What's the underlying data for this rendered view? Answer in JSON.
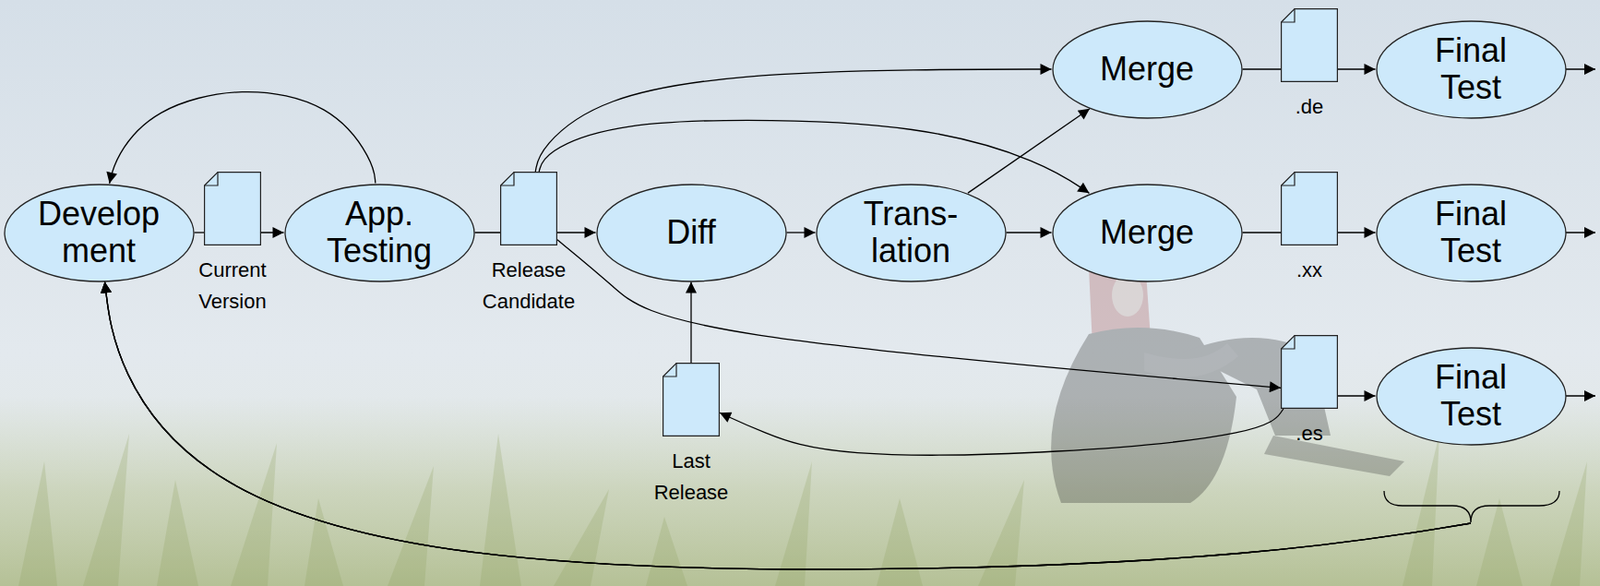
{
  "diagram": {
    "nodes": [
      {
        "text": [
          "Develop ment"
        ]
      },
      {
        "text": [
          "Current Version"
        ]
      },
      {
        "text": [
          "App. Testing"
        ]
      },
      {
        "text": [
          "Release Candidate"
        ]
      },
      {
        "text": [
          "Diff"
        ]
      },
      {
        "text": [
          "Trans- lation"
        ]
      },
      {
        "text": [
          "Merge"
        ]
      },
      {
        "text": [
          ".de"
        ]
      },
      {
        "text": [
          "Final Test"
        ]
      },
      {
        "text": [
          "Merge"
        ]
      },
      {
        "text": [
          ".xx"
        ]
      },
      {
        "text": [
          "Final Test"
        ]
      },
      {
        "text": [
          ".es"
        ]
      },
      {
        "text": [
          "Final Test"
        ]
      },
      {
        "text": [
          "Last Release"
        ]
      }
    ],
    "edges": [
      {
        "from": 0,
        "to": 1,
        "arrow": "none"
      },
      {
        "from": 1,
        "to": 2,
        "arrow": "to"
      },
      {
        "from": 2,
        "to": 0,
        "arrow": "to"
      },
      {
        "from": 2,
        "to": 3,
        "arrow": "none"
      },
      {
        "from": 3,
        "to": 4,
        "arrow": "to"
      },
      {
        "from": 14,
        "to": 4,
        "arrow": "to"
      },
      {
        "from": 4,
        "to": 5,
        "arrow": "to"
      },
      {
        "from": 5,
        "to": 6,
        "arrow": "to"
      },
      {
        "from": 5,
        "to": 9,
        "arrow": "to"
      },
      {
        "from": 3,
        "to": 6,
        "arrow": "to"
      },
      {
        "from": 3,
        "to": 9,
        "arrow": "to"
      },
      {
        "from": 6,
        "to": 7,
        "arrow": "none"
      },
      {
        "from": 7,
        "to": 8,
        "arrow": "to"
      },
      {
        "from": 9,
        "to": 10,
        "arrow": "none"
      },
      {
        "from": 10,
        "to": 11,
        "arrow": "to"
      },
      {
        "from": 3,
        "to": 12,
        "arrow": "to"
      },
      {
        "from": 12,
        "to": 13,
        "arrow": "to"
      },
      {
        "from": 12,
        "to": 14,
        "arrow": "to"
      },
      {
        "from": 8,
        "to": 0,
        "arrow": "to"
      },
      {
        "from": 11,
        "to": 0,
        "arrow": "to"
      },
      {
        "from": 13,
        "to": 0,
        "arrow": "to"
      }
    ]
  }
}
